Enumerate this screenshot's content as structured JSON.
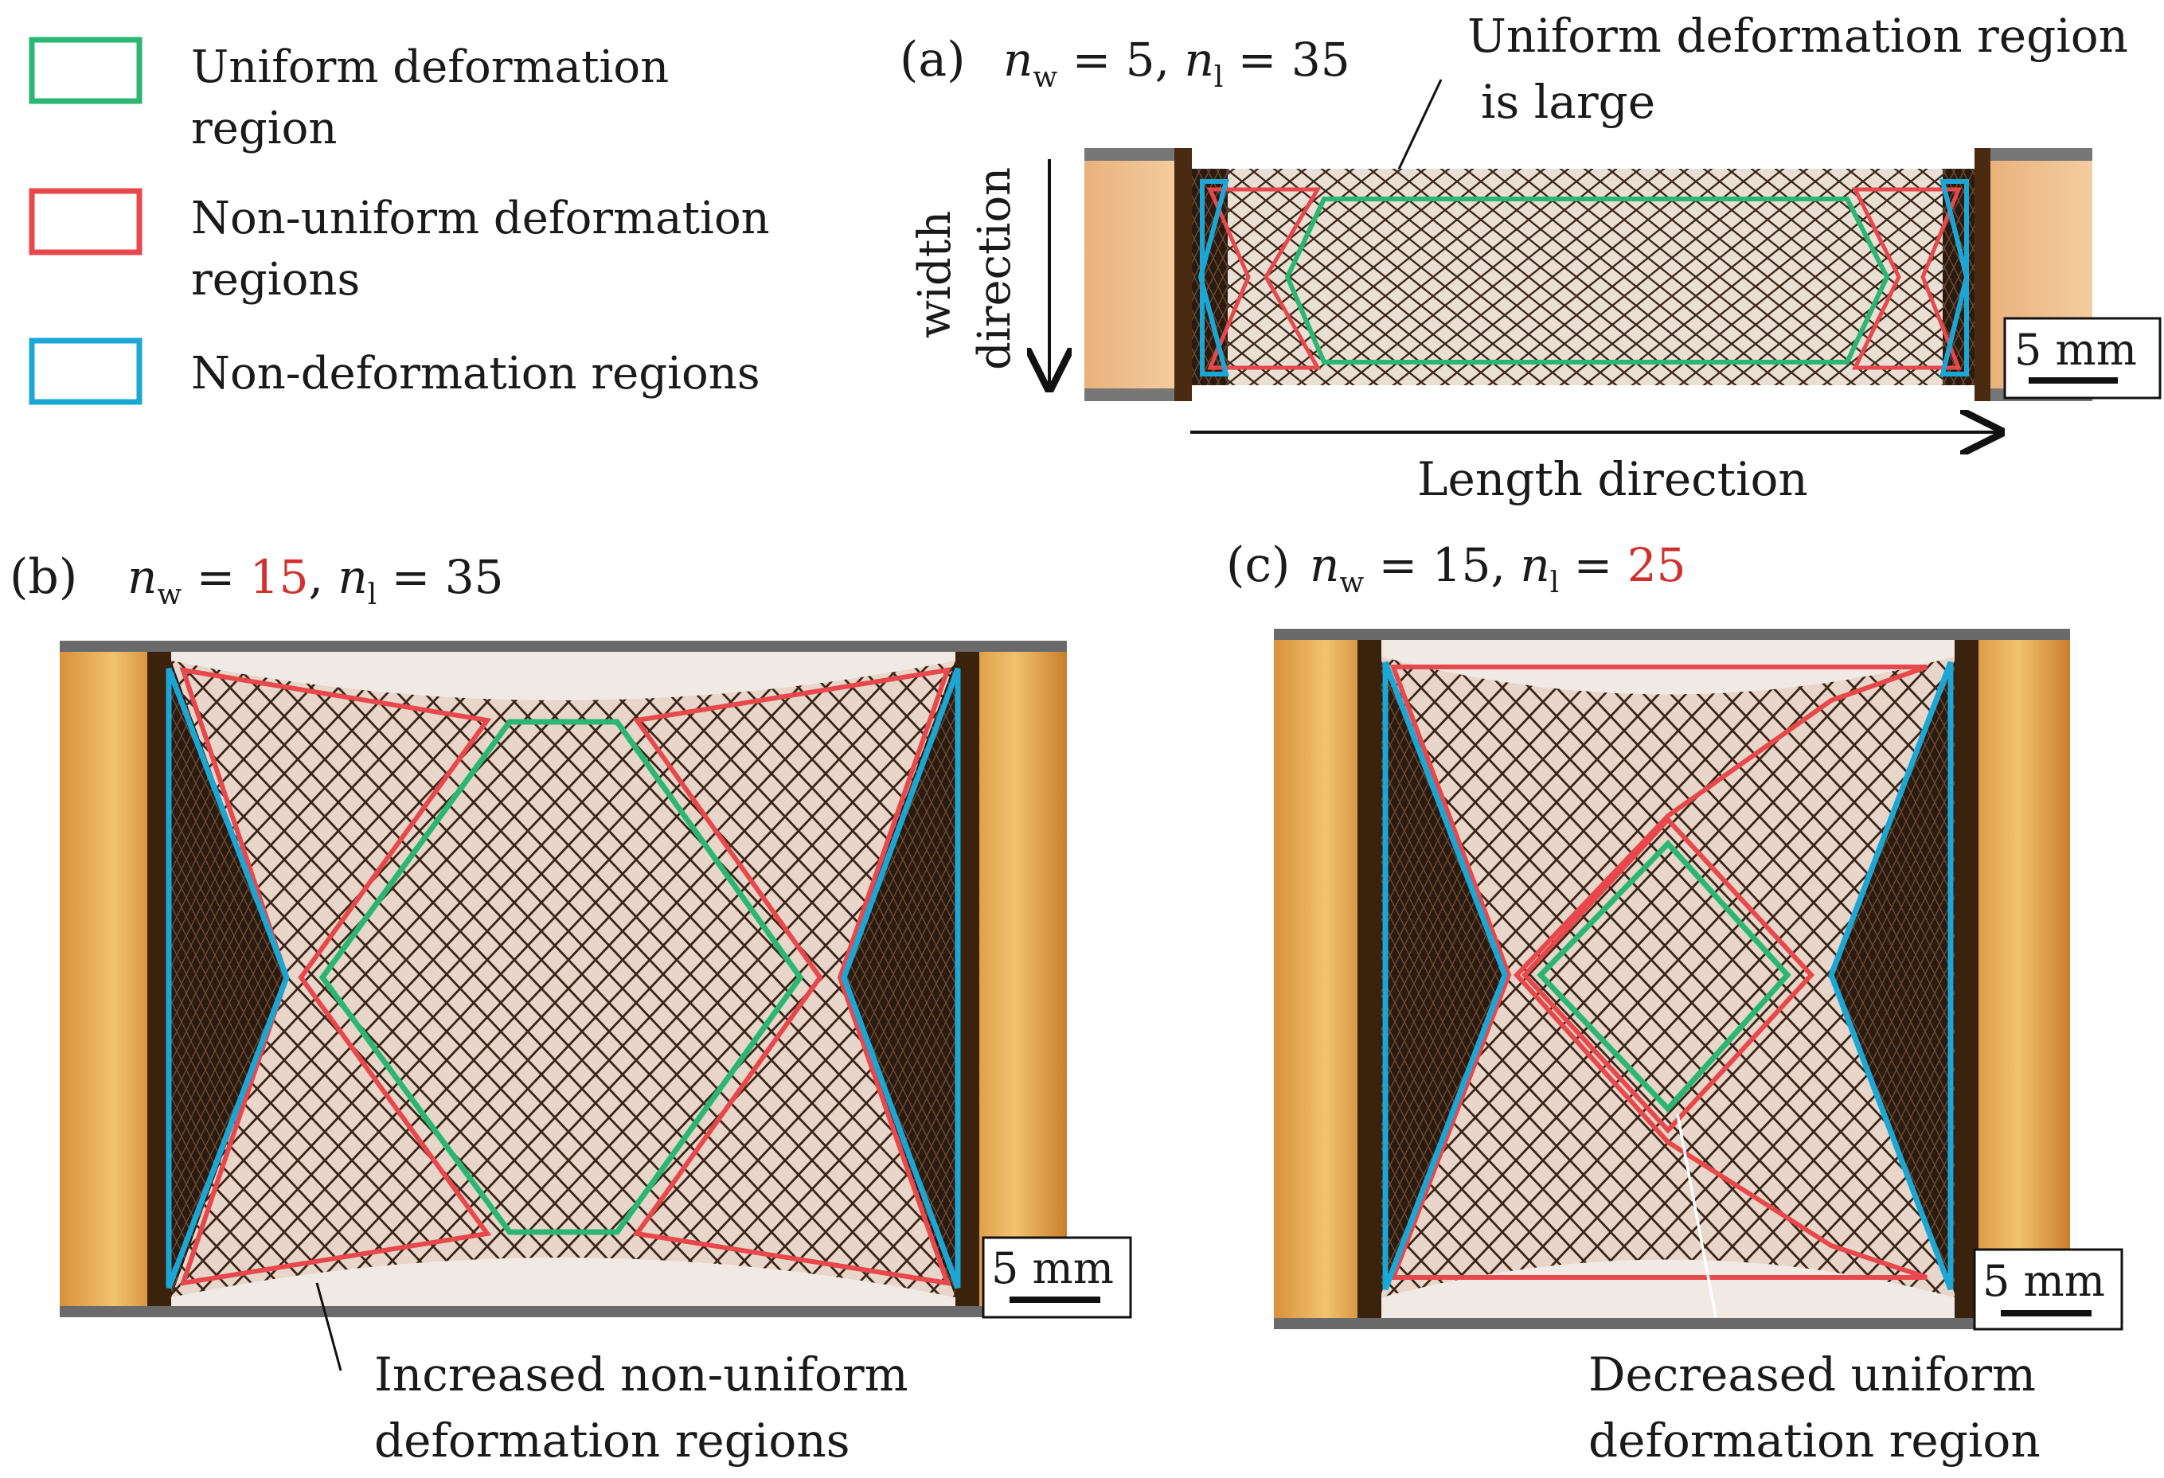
{
  "legend": {
    "items": [
      {
        "line1": "Uniform deformation",
        "line2": "region",
        "color": "#2bb673"
      },
      {
        "line1": "Non-uniform deformation",
        "line2": "regions",
        "color": "#e8474c"
      },
      {
        "line1": "Non-deformation regions",
        "line2": "",
        "color": "#1aa7d6"
      }
    ]
  },
  "panels": {
    "a": {
      "label": "(a)",
      "param_w": "5",
      "param_l": "35",
      "scale": "5 mm",
      "annotation_1": "Uniform deformation region",
      "annotation_2": "is large",
      "width_label_1": "width",
      "width_label_2": "direction",
      "length_label": "Length direction"
    },
    "b": {
      "label": "(b)",
      "param_w": "15",
      "param_l": "35",
      "scale": "5 mm",
      "annotation_1": "Increased non-uniform",
      "annotation_2": "deformation regions"
    },
    "c": {
      "label": "(c)",
      "param_w": "15",
      "param_l": "25",
      "scale": "5 mm",
      "annotation_1": "Decreased uniform",
      "annotation_2": "deformation region"
    }
  },
  "colors": {
    "uniform": "#2bb673",
    "non_uniform": "#e8474c",
    "non_deformation": "#1aa7d6",
    "highlight_param": "#d0312d",
    "mesh": "#3a2618",
    "clamp": "#e7a949"
  }
}
